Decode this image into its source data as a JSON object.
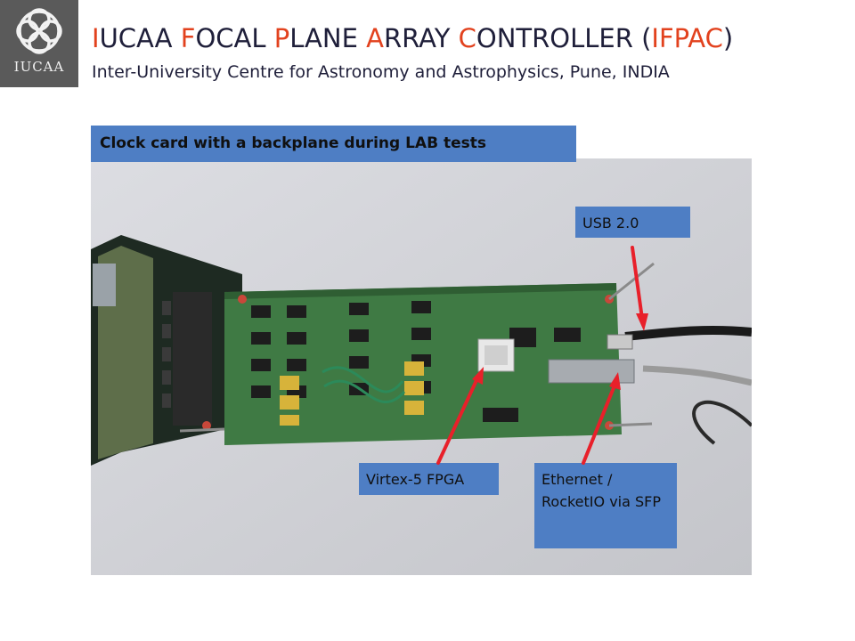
{
  "logo": {
    "text": "IUCAA",
    "bg": "#5a5a5a"
  },
  "header": {
    "title_parts": [
      {
        "hl": "I",
        "rest": "UCAA "
      },
      {
        "hl": "F",
        "rest": "OCAL "
      },
      {
        "hl": "P",
        "rest": "LANE "
      },
      {
        "hl": "A",
        "rest": "RRAY "
      },
      {
        "hl": "C",
        "rest": "ONTROLLER ("
      },
      {
        "hl": "IFPAC",
        "rest": ")"
      }
    ],
    "subtitle": "Inter-University Centre for Astronomy and Astrophysics, Pune, INDIA"
  },
  "colors": {
    "accent": "#e2421e",
    "label_bg": "#4e7ec4",
    "arrow": "#e8202a"
  },
  "caption": "Clock card with a backplane during LAB tests",
  "labels": {
    "usb": "USB 2.0",
    "fpga": "Virtex-5 FPGA",
    "ethernet": "Ethernet / RocketIO via SFP"
  }
}
